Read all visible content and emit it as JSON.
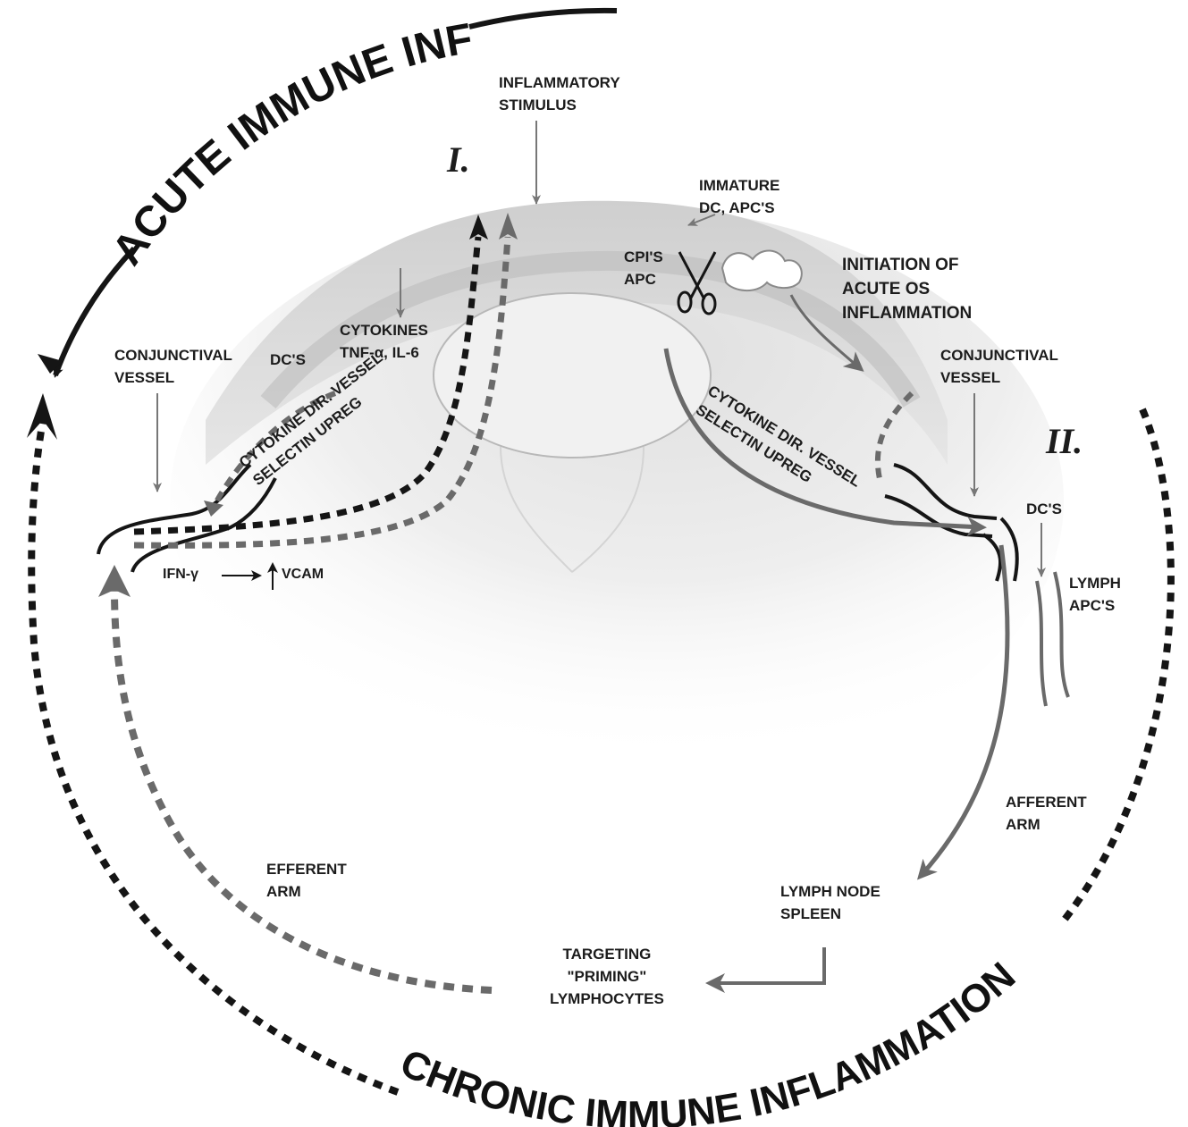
{
  "arcs": {
    "acute": "ACUTE  IMMUNE INF",
    "chronic": "CHRONIC IMMUNE INFLAMMATION"
  },
  "phases": {
    "one": "I.",
    "two": "II."
  },
  "labels": {
    "inflammatory_stimulus": "INFLAMMATORY\nSTIMULUS",
    "immature_dc": "IMMATURE\nDC, APC'S",
    "cpis_apc": "CPI'S\nAPC",
    "initiation": "INITIATION OF\nACUTE OS\nINFLAMMATION",
    "cytokines": "CYTOKINES\nTNF-α, IL-6",
    "dcs_left": "DC'S",
    "conj_vessel_left": "CONJUNCTIVAL\nVESSEL",
    "conj_vessel_right": "CONJUNCTIVAL\nVESSEL",
    "cytokine_left": "CYTOKINE DIR. VESSEL\nSELECTIN UPREG",
    "cytokine_right": "CYTOKINE DIR. VESSEL\nSELECTIN UPREG",
    "dcs_right": "DC'S",
    "lymph_apcs": "LYMPH\nAPC'S",
    "ifn": "IFN-γ",
    "vcam": "VCAM",
    "afferent_arm": "AFFERENT\nARM",
    "efferent_arm": "EFFERENT\nARM",
    "lymph_node": "LYMPH NODE\nSPLEEN",
    "targeting": "TARGETING\n\"PRIMING\"\nLYMPHOCYTES"
  },
  "colors": {
    "dark": "#151515",
    "gray": "#6a6a6a",
    "light_gray": "#9a9a9a",
    "eye_fill": "#dadada"
  }
}
